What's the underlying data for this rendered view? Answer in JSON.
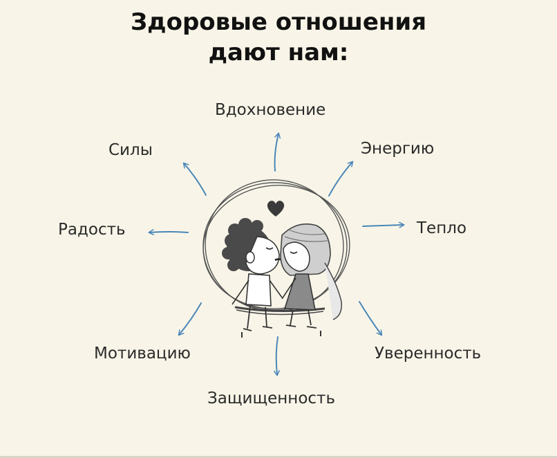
{
  "title": {
    "line1": "Здоровые отношения",
    "line2": "дают нам:"
  },
  "labels": {
    "top": "Вдохновение",
    "top_left": "Силы",
    "top_right": "Энергию",
    "left": "Радость",
    "right": "Тепло",
    "bottom_left": "Мотивацию",
    "bottom_right": "Уверенность",
    "bottom": "Защищенность"
  },
  "colors": {
    "background": "#f8f5e8",
    "arrow": "#4a86b8",
    "text": "#2a2a2a"
  },
  "illustration": "couple-kissing-on-swing-icon",
  "heart_icon": "heart-icon"
}
